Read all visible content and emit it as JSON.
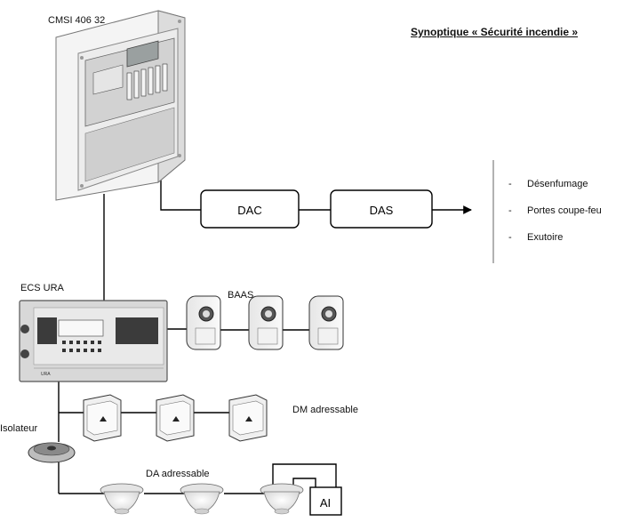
{
  "title": "Synoptique  « Sécurité incendie »",
  "cmsi": {
    "label": "CMSI  406 32"
  },
  "ecs": {
    "label": "ECS URA",
    "brand": "URA"
  },
  "chain": {
    "dac": "DAC",
    "das": "DAS"
  },
  "effects": [
    {
      "dash": "-",
      "label": "Désenfumage"
    },
    {
      "dash": "-",
      "label": "Portes coupe-feu"
    },
    {
      "dash": "-",
      "label": "Exutoire"
    }
  ],
  "baas": {
    "label": "BAAS",
    "count": 3
  },
  "dm": {
    "label": "DM adressable",
    "count": 3
  },
  "isolateur": {
    "label": "Isolateur"
  },
  "da": {
    "label": "DA adressable",
    "count": 3
  },
  "ai": {
    "label": "AI"
  }
}
